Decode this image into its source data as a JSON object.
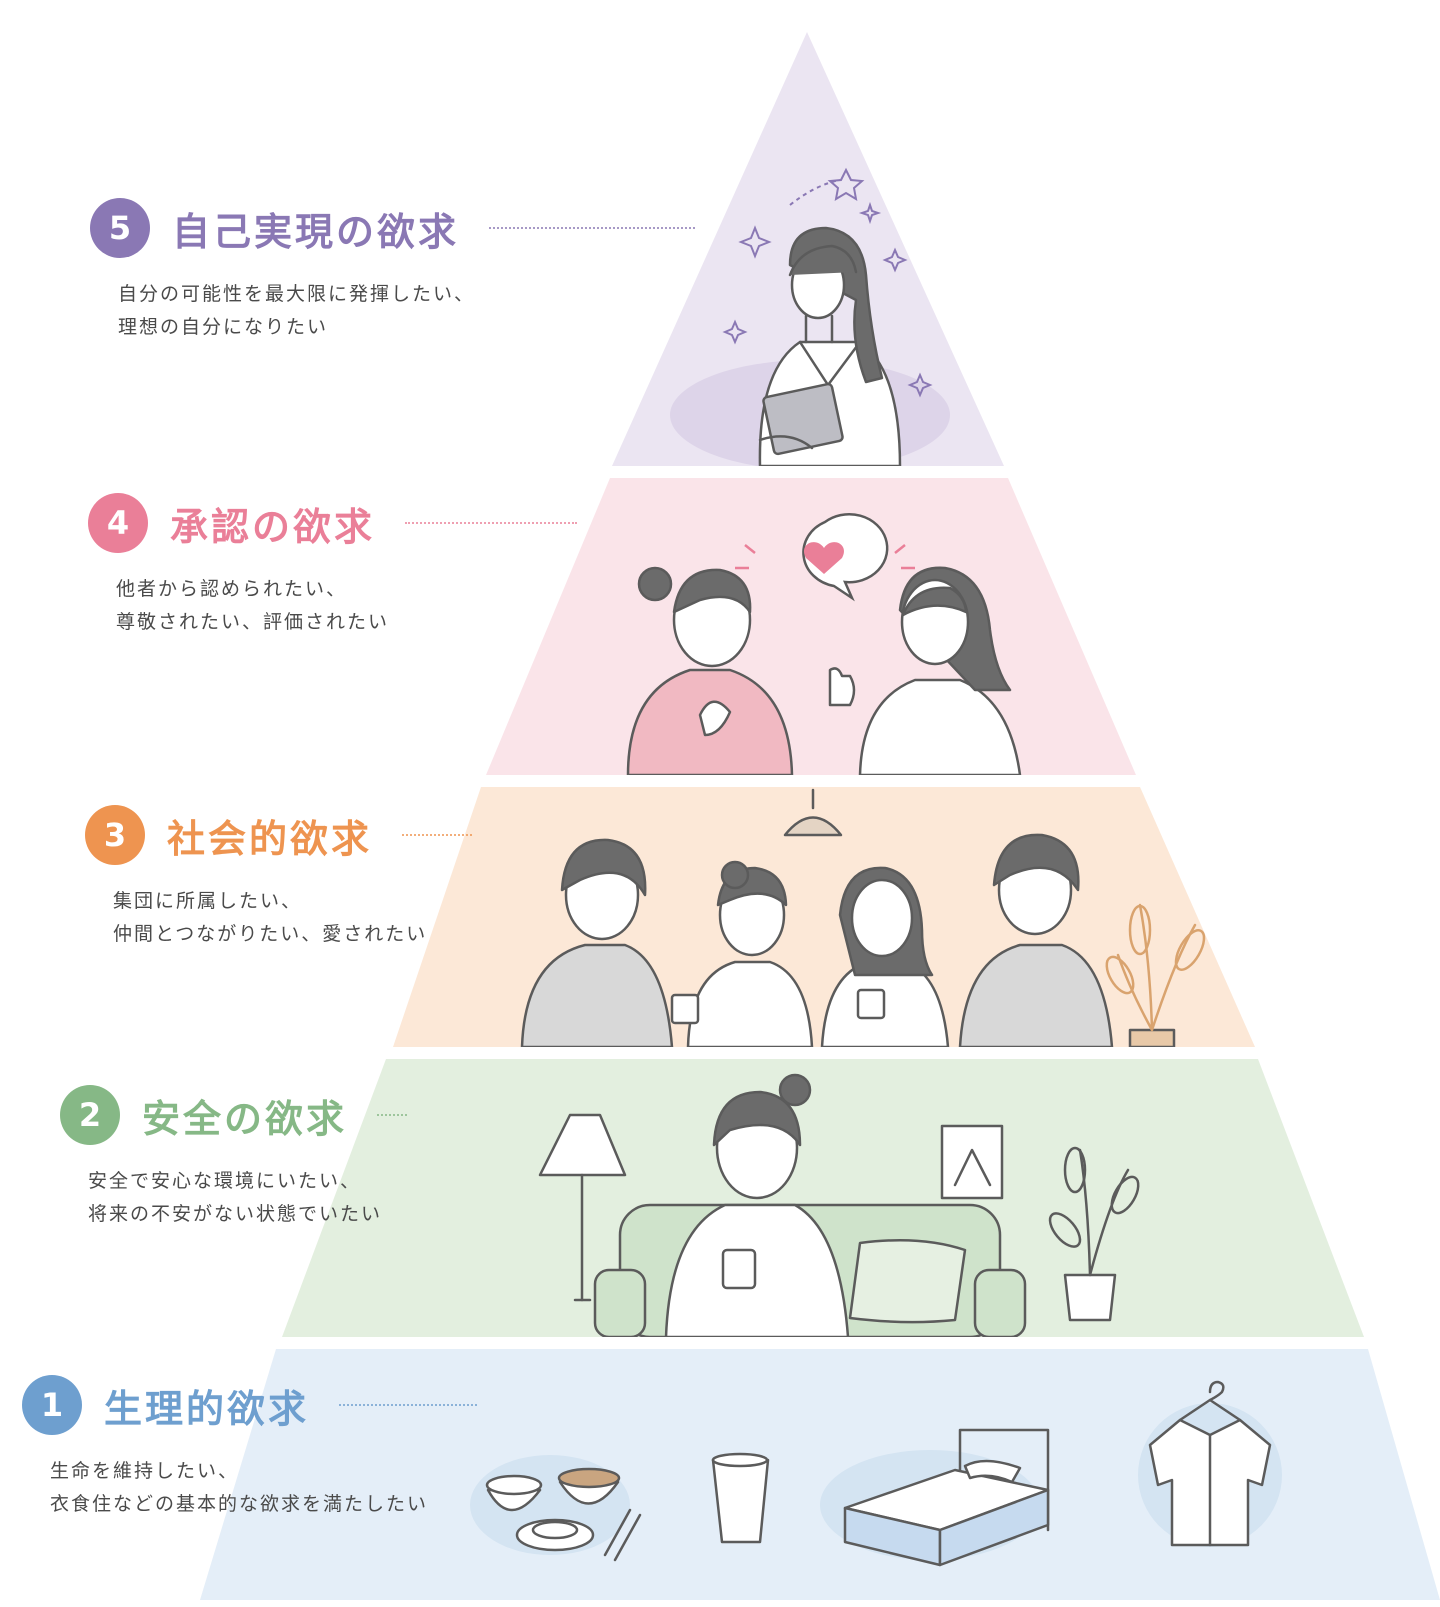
{
  "colors": {
    "tier5_fill": "#ebe5f2",
    "tier4_fill": "#fae4e9",
    "tier3_fill": "#fce8d7",
    "tier2_fill": "#e3efdf",
    "tier1_fill": "#e4eef8",
    "tier5_accent": "#8a78b4",
    "tier4_accent": "#ea7f98",
    "tier3_accent": "#ee9450",
    "tier2_accent": "#86b886",
    "tier1_accent": "#6e9fcf",
    "line_art": "#5b5b5b"
  },
  "levels": [
    {
      "number": "5",
      "title": "自己実現の欲求",
      "desc1": "自分の可能性を最大限に発揮したい、",
      "desc2": "理想の自分になりたい",
      "icon": "woman-dreaming-illustration"
    },
    {
      "number": "4",
      "title": "承認の欲求",
      "desc1": "他者から認められたい、",
      "desc2": "尊敬されたい、評価されたい",
      "icon": "praise-conversation-illustration"
    },
    {
      "number": "3",
      "title": "社会的欲求",
      "desc1": "集団に所属したい、",
      "desc2": "仲間とつながりたい、愛されたい",
      "icon": "friends-gathering-illustration"
    },
    {
      "number": "2",
      "title": "安全の欲求",
      "desc1": "安全で安心な環境にいたい、",
      "desc2": "将来の不安がない状態でいたい",
      "icon": "relaxing-at-home-illustration"
    },
    {
      "number": "1",
      "title": "生理的欲求",
      "desc1": "生命を維持したい、",
      "desc2": "衣食住などの基本的な欲求を満たしたい",
      "icon": "food-water-bed-clothes-illustration"
    }
  ]
}
